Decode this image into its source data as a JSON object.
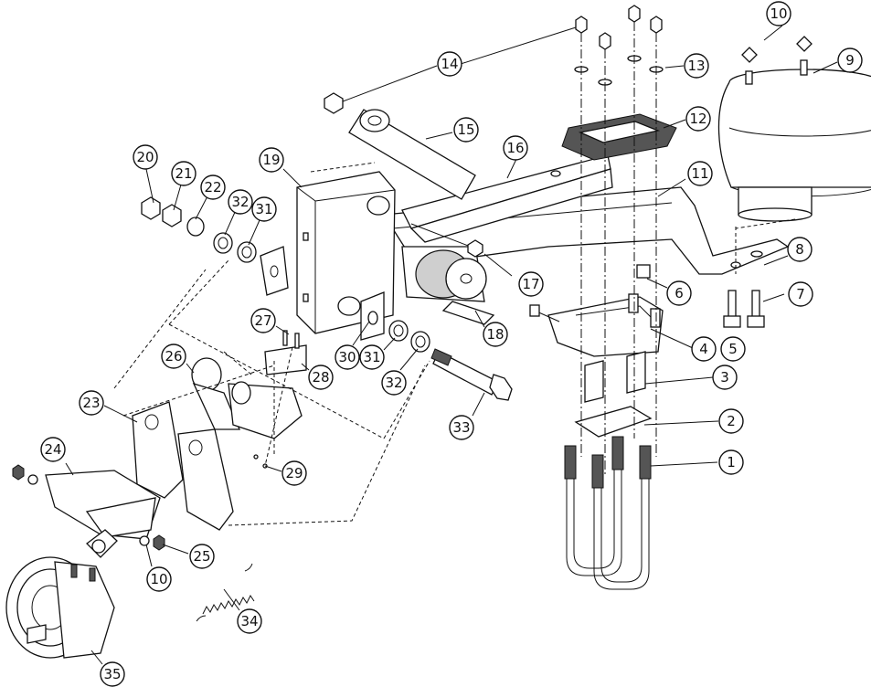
{
  "callouts": [
    {
      "id": "c1",
      "label": "1"
    },
    {
      "id": "c2",
      "label": "2"
    },
    {
      "id": "c3",
      "label": "3"
    },
    {
      "id": "c4",
      "label": "4"
    },
    {
      "id": "c5",
      "label": "5"
    },
    {
      "id": "c6",
      "label": "6"
    },
    {
      "id": "c7",
      "label": "7"
    },
    {
      "id": "c8",
      "label": "8"
    },
    {
      "id": "c9",
      "label": "9"
    },
    {
      "id": "c10a",
      "label": "10"
    },
    {
      "id": "c10b",
      "label": "10"
    },
    {
      "id": "c11",
      "label": "11"
    },
    {
      "id": "c12",
      "label": "12"
    },
    {
      "id": "c13",
      "label": "13"
    },
    {
      "id": "c14",
      "label": "14"
    },
    {
      "id": "c15",
      "label": "15"
    },
    {
      "id": "c16",
      "label": "16"
    },
    {
      "id": "c17",
      "label": "17"
    },
    {
      "id": "c18",
      "label": "18"
    },
    {
      "id": "c19",
      "label": "19"
    },
    {
      "id": "c20",
      "label": "20"
    },
    {
      "id": "c21",
      "label": "21"
    },
    {
      "id": "c22",
      "label": "22"
    },
    {
      "id": "c23",
      "label": "23"
    },
    {
      "id": "c24",
      "label": "24"
    },
    {
      "id": "c25",
      "label": "25"
    },
    {
      "id": "c26",
      "label": "26"
    },
    {
      "id": "c27",
      "label": "27"
    },
    {
      "id": "c28",
      "label": "28"
    },
    {
      "id": "c29",
      "label": "29"
    },
    {
      "id": "c30",
      "label": "30"
    },
    {
      "id": "c31a",
      "label": "31"
    },
    {
      "id": "c31b",
      "label": "31"
    },
    {
      "id": "c32a",
      "label": "32"
    },
    {
      "id": "c32b",
      "label": "32"
    },
    {
      "id": "c33",
      "label": "33"
    },
    {
      "id": "c34",
      "label": "34"
    },
    {
      "id": "c35",
      "label": "35"
    }
  ]
}
